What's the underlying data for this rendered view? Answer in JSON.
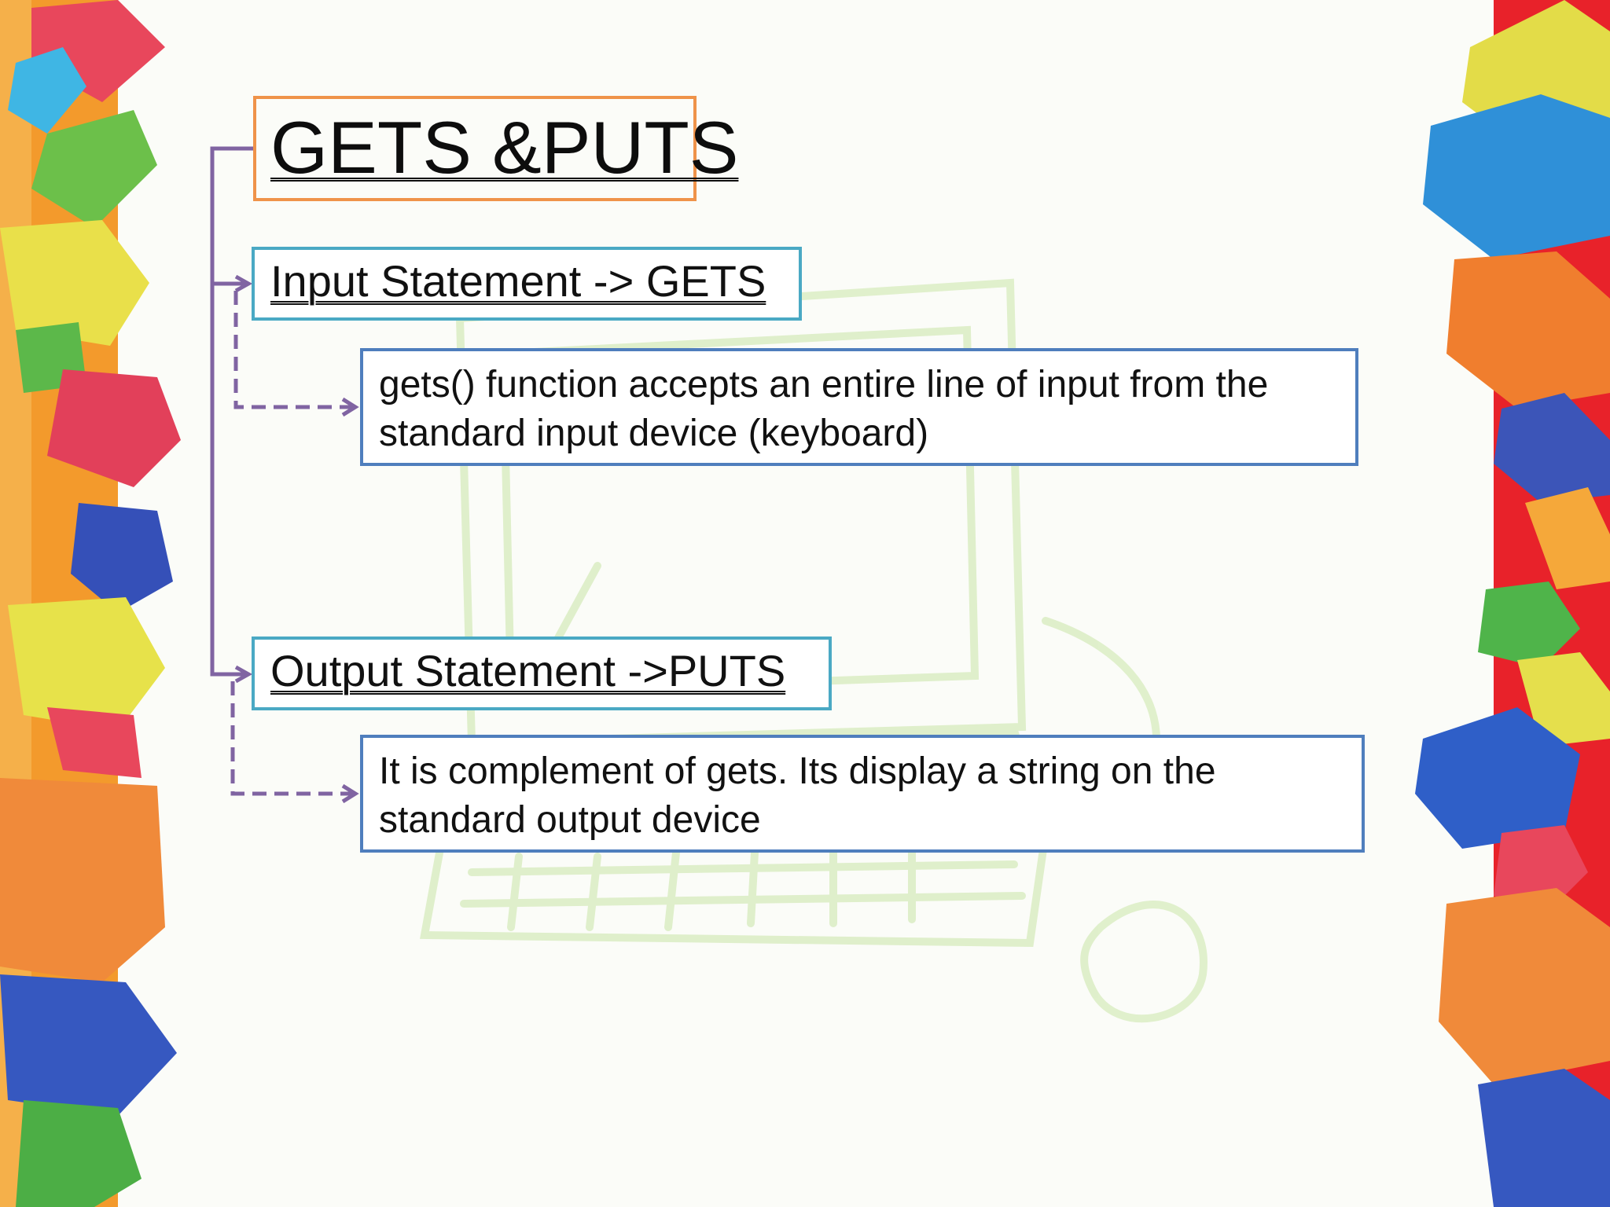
{
  "slide": {
    "title": "GETS &PUTS",
    "input_heading": "Input Statement -> GETS",
    "input_description": "gets() function accepts an entire line of input from the standard input device (keyboard)",
    "output_heading": "Output Statement ->PUTS",
    "output_description": "It is complement of gets. Its display a string on the standard output device"
  },
  "colors": {
    "title_border": "#ef934a",
    "heading_border": "#4aa9c4",
    "description_border": "#4f7ebd",
    "connector": "#8064a2"
  }
}
